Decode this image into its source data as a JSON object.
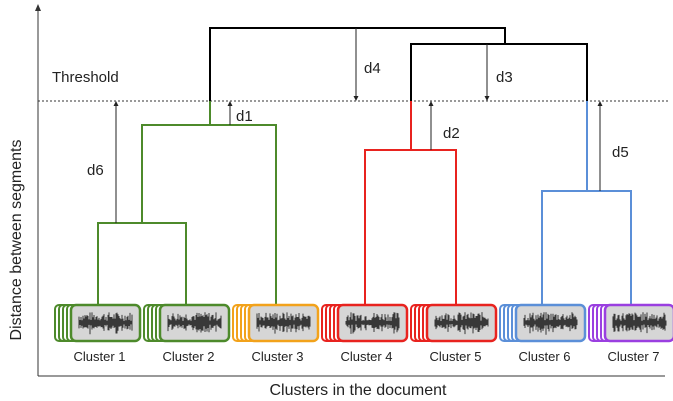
{
  "diagram": {
    "y_axis_label": "Distance between segments",
    "x_axis_label": "Clusters in the document",
    "threshold_label": "Threshold",
    "distances": [
      "d1",
      "d2",
      "d3",
      "d4",
      "d5",
      "d6"
    ],
    "clusters": [
      {
        "label": "Cluster 1",
        "color": "#4d8a2b"
      },
      {
        "label": "Cluster 2",
        "color": "#4d8a2b"
      },
      {
        "label": "Cluster 3",
        "color": "#f2a21b"
      },
      {
        "label": "Cluster 4",
        "color": "#e8231f"
      },
      {
        "label": "Cluster 5",
        "color": "#e8231f"
      },
      {
        "label": "Cluster 6",
        "color": "#5b8fd8"
      },
      {
        "label": "Cluster 7",
        "color": "#9a3fe0"
      }
    ],
    "colors": {
      "green": "#4d8a2b",
      "red": "#e8231f",
      "blue": "#5b8fd8",
      "merge": "#000000"
    }
  }
}
